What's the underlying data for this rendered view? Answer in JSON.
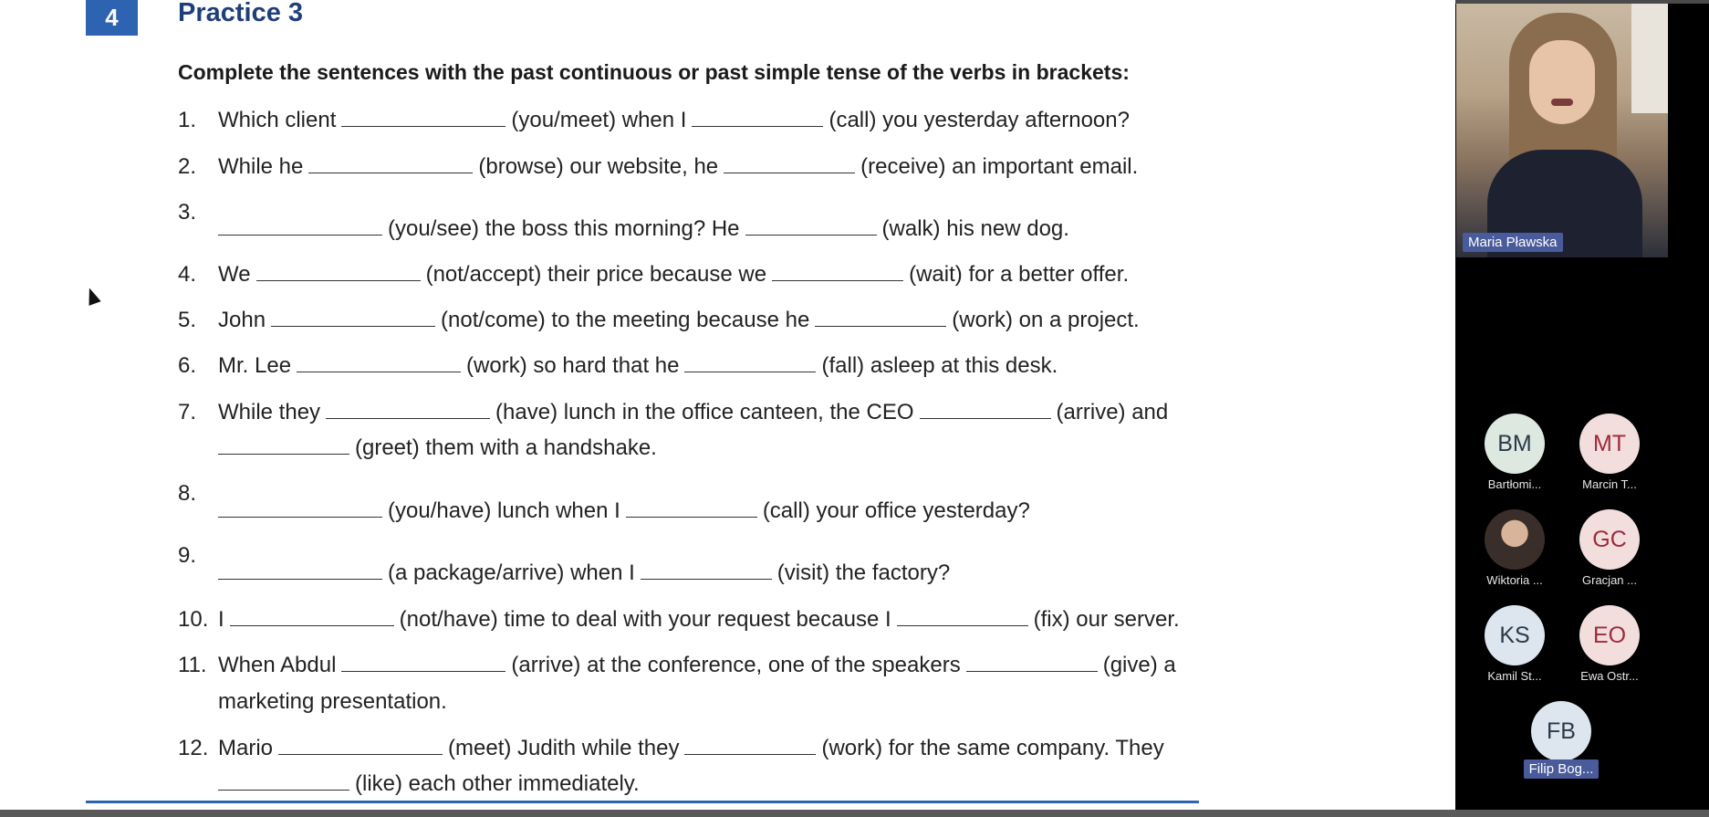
{
  "document": {
    "number": "4",
    "title": "Practice 3",
    "instructions": "Complete the sentences with the past continuous or past simple tense of the verbs in brackets:",
    "sentences": [
      {
        "n": "1.",
        "line1": [
          "Which client",
          "(you/meet) when I",
          "(call) you yesterday afternoon?"
        ]
      },
      {
        "n": "2.",
        "line1": [
          "While he",
          "(browse) our website, he",
          "(receive) an important email."
        ]
      },
      {
        "n": "3.",
        "line2": [
          "(you/see) the boss this morning? He",
          "(walk) his new dog."
        ]
      },
      {
        "n": "4.",
        "line1": [
          "We",
          "(not/accept) their price because we",
          "(wait) for a better offer."
        ]
      },
      {
        "n": "5.",
        "line1": [
          "John",
          "(not/come) to the meeting because he",
          "(work) on a project."
        ]
      },
      {
        "n": "6.",
        "line1": [
          "Mr. Lee",
          "(work) so hard that he",
          "(fall) asleep at this desk."
        ]
      },
      {
        "n": "7.",
        "line1": [
          "While they",
          "(have) lunch in the office canteen, the CEO",
          "(arrive) and"
        ],
        "line2": [
          "(greet) them with a handshake."
        ]
      },
      {
        "n": "8.",
        "line2": [
          "(you/have) lunch when I",
          "(call) your office yesterday?"
        ]
      },
      {
        "n": "9.",
        "line2": [
          "(a package/arrive) when I",
          "(visit) the factory?"
        ]
      },
      {
        "n": "10.",
        "line1": [
          "I",
          "(not/have) time to deal with your request because I",
          "(fix) our server."
        ]
      },
      {
        "n": "11.",
        "line1": [
          "When Abdul",
          "(arrive) at the conference, one of the speakers",
          "(give) a"
        ],
        "line2": [
          "marketing presentation."
        ]
      },
      {
        "n": "12.",
        "line1": [
          "Mario",
          "(meet) Judith while they",
          "(work) for the same company. They"
        ],
        "line2": [
          "(like) each other immediately."
        ]
      }
    ]
  },
  "call": {
    "speaker_name": "Maria Pławska",
    "participants": [
      {
        "initials": "BM",
        "name": "Bartłomi..."
      },
      {
        "initials": "MT",
        "name": "Marcin T..."
      },
      {
        "initials": "",
        "name": "Wiktoria ..."
      },
      {
        "initials": "GC",
        "name": "Gracjan ..."
      },
      {
        "initials": "KS",
        "name": "Kamil St..."
      },
      {
        "initials": "EO",
        "name": "Ewa Ostr..."
      },
      {
        "initials": "FB",
        "name": "Filip Bog..."
      }
    ]
  }
}
